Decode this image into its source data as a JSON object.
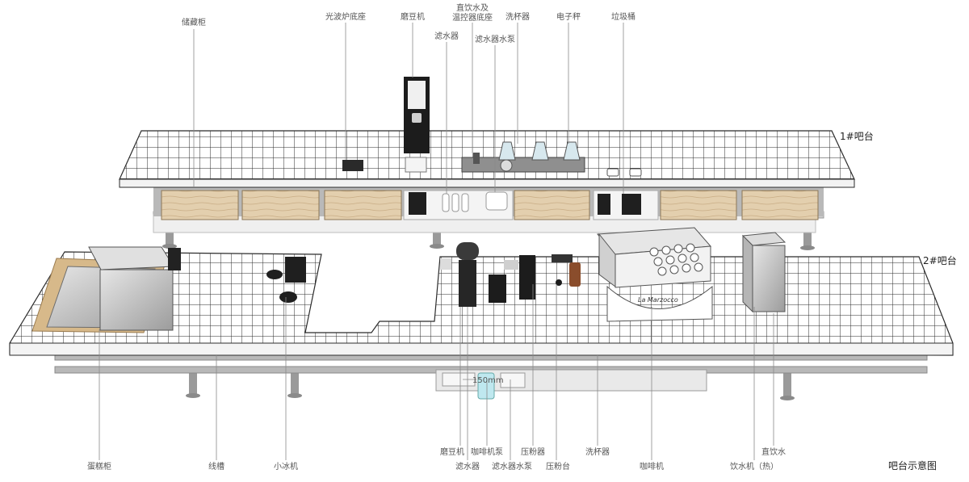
{
  "diagram": {
    "caption": "吧台示意图",
    "bar1_label": "1#吧台",
    "bar2_label": "2#吧台",
    "dimension_label": "150mm",
    "machine_logo": "La Marzocco",
    "top_labels": {
      "storage_cabinet": "储藏柜",
      "microwave_base": "光波炉底座",
      "grinder": "磨豆机",
      "water_filter": "滤水器",
      "direct_water_line1": "直饮水及",
      "direct_water_line2": "温控器底座",
      "filter_pump": "滤水器水泵",
      "cup_washer": "洗杯器",
      "scale": "电子秤",
      "trash_bin": "垃圾桶"
    },
    "bottom_labels": {
      "cake_cabinet": "蛋糕柜",
      "cable_trough": "线槽",
      "ice_machine": "小冰机",
      "grinder": "磨豆机",
      "water_filter": "滤水器",
      "coffee_pump": "咖啡机泵",
      "filter_pump": "滤水器水泵",
      "tamper": "压粉器",
      "tamping_station": "压粉台",
      "cup_washer": "洗杯器",
      "coffee_machine": "咖啡机",
      "hot_water_dispenser": "饮水机（热）",
      "direct_water": "直饮水"
    }
  }
}
